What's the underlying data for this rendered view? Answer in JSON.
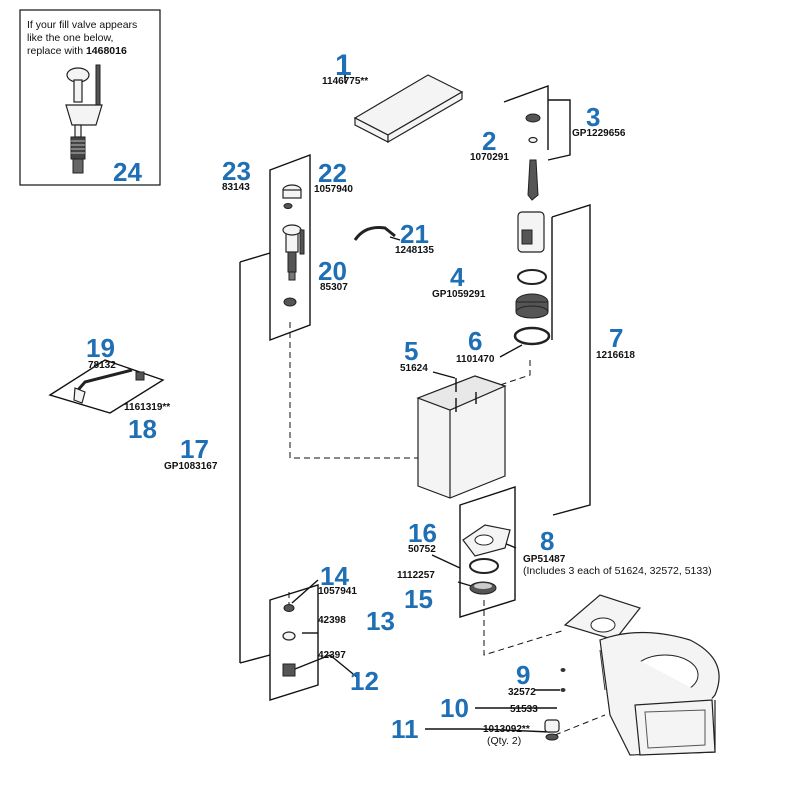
{
  "inset": {
    "line1": "If your fill valve appears",
    "line2": "like the one below,",
    "line3_prefix": "replace with ",
    "line3_part": "1468016",
    "callout": "24"
  },
  "callouts": [
    {
      "num": "1",
      "part": "1146775**"
    },
    {
      "num": "2",
      "part": "1070291"
    },
    {
      "num": "3",
      "part": "GP1229656"
    },
    {
      "num": "4",
      "part": "GP1059291"
    },
    {
      "num": "5",
      "part": "51624"
    },
    {
      "num": "6",
      "part": "1101470"
    },
    {
      "num": "7",
      "part": "1216618"
    },
    {
      "num": "8",
      "part": "GP51487",
      "note": "(Includes 3 each of 51624, 32572, 5133)"
    },
    {
      "num": "9",
      "part": "32572"
    },
    {
      "num": "10",
      "part": "51533"
    },
    {
      "num": "11",
      "part": "1013092**",
      "note": "(Qty. 2)"
    },
    {
      "num": "12",
      "part": "42397"
    },
    {
      "num": "13",
      "part": "42398"
    },
    {
      "num": "14",
      "part": "1057941"
    },
    {
      "num": "15",
      "part": "1112257"
    },
    {
      "num": "16",
      "part": "50752"
    },
    {
      "num": "17",
      "part": "GP1083167"
    },
    {
      "num": "18",
      "part": "1161319**"
    },
    {
      "num": "19",
      "part": "78132"
    },
    {
      "num": "20",
      "part": "85307"
    },
    {
      "num": "21",
      "part": "1248135"
    },
    {
      "num": "22",
      "part": "1057940"
    },
    {
      "num": "23",
      "part": "83143"
    }
  ]
}
